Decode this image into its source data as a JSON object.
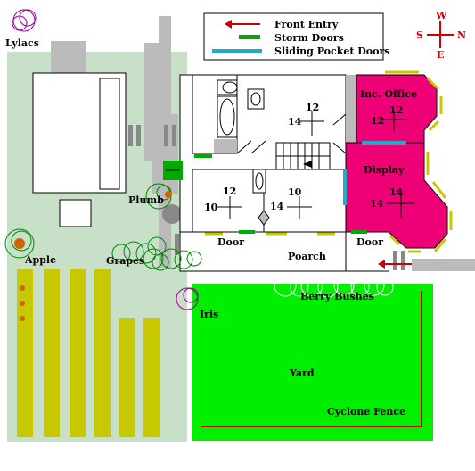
{
  "legend": {
    "front_entry": "Front Entry",
    "storm_doors": "Storm Doors",
    "sliding_doors": "Sliding Pocket Doors"
  },
  "compass": {
    "w": "W",
    "s": "S",
    "n": "N",
    "e": "E"
  },
  "labels": {
    "lylacs": "Lylacs",
    "plumb": "Plumb",
    "apple": "Apple",
    "grapes": "Grapes",
    "iris": "Iris",
    "door_left": "Door",
    "door_right": "Door",
    "poarch": "Poarch",
    "berry_bushes": "Berry Bushes",
    "yard": "Yard",
    "cyclone_fence": "Cyclone Fence",
    "inc_office": "Inc. Office",
    "display": "Display"
  },
  "dimensions": {
    "bath_w": "12",
    "bath_h": "14",
    "office_w": "12",
    "office_h": "12",
    "left_w": "12",
    "left_h": "10",
    "mid_w": "10",
    "mid_h": "14",
    "display_w": "14",
    "display_h": "14"
  },
  "colors": {
    "lawn": "#c8e0c8",
    "yard": "#00ee00",
    "magenta": "#ee0077",
    "gravel": "#bbbbbb",
    "olive": "#c8c800",
    "storm_green": "#00aa00",
    "pocket_cyan": "#22aacc",
    "entry_red": "#cc0000"
  }
}
